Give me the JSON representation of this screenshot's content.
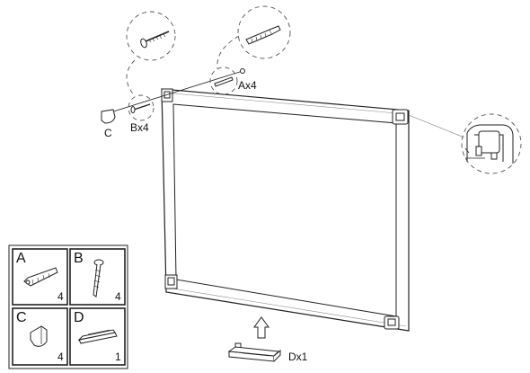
{
  "callouts": {
    "a_qty": "Ax4",
    "b_qty": "Bx4",
    "c_letter": "C",
    "d_qty": "Dx1"
  },
  "parts_table": [
    {
      "letter": "A",
      "qty": "4",
      "icon": "wall-plug-icon"
    },
    {
      "letter": "B",
      "qty": "4",
      "icon": "screw-icon"
    },
    {
      "letter": "C",
      "qty": "4",
      "icon": "corner-cap-icon"
    },
    {
      "letter": "D",
      "qty": "1",
      "icon": "marker-tray-icon"
    }
  ]
}
